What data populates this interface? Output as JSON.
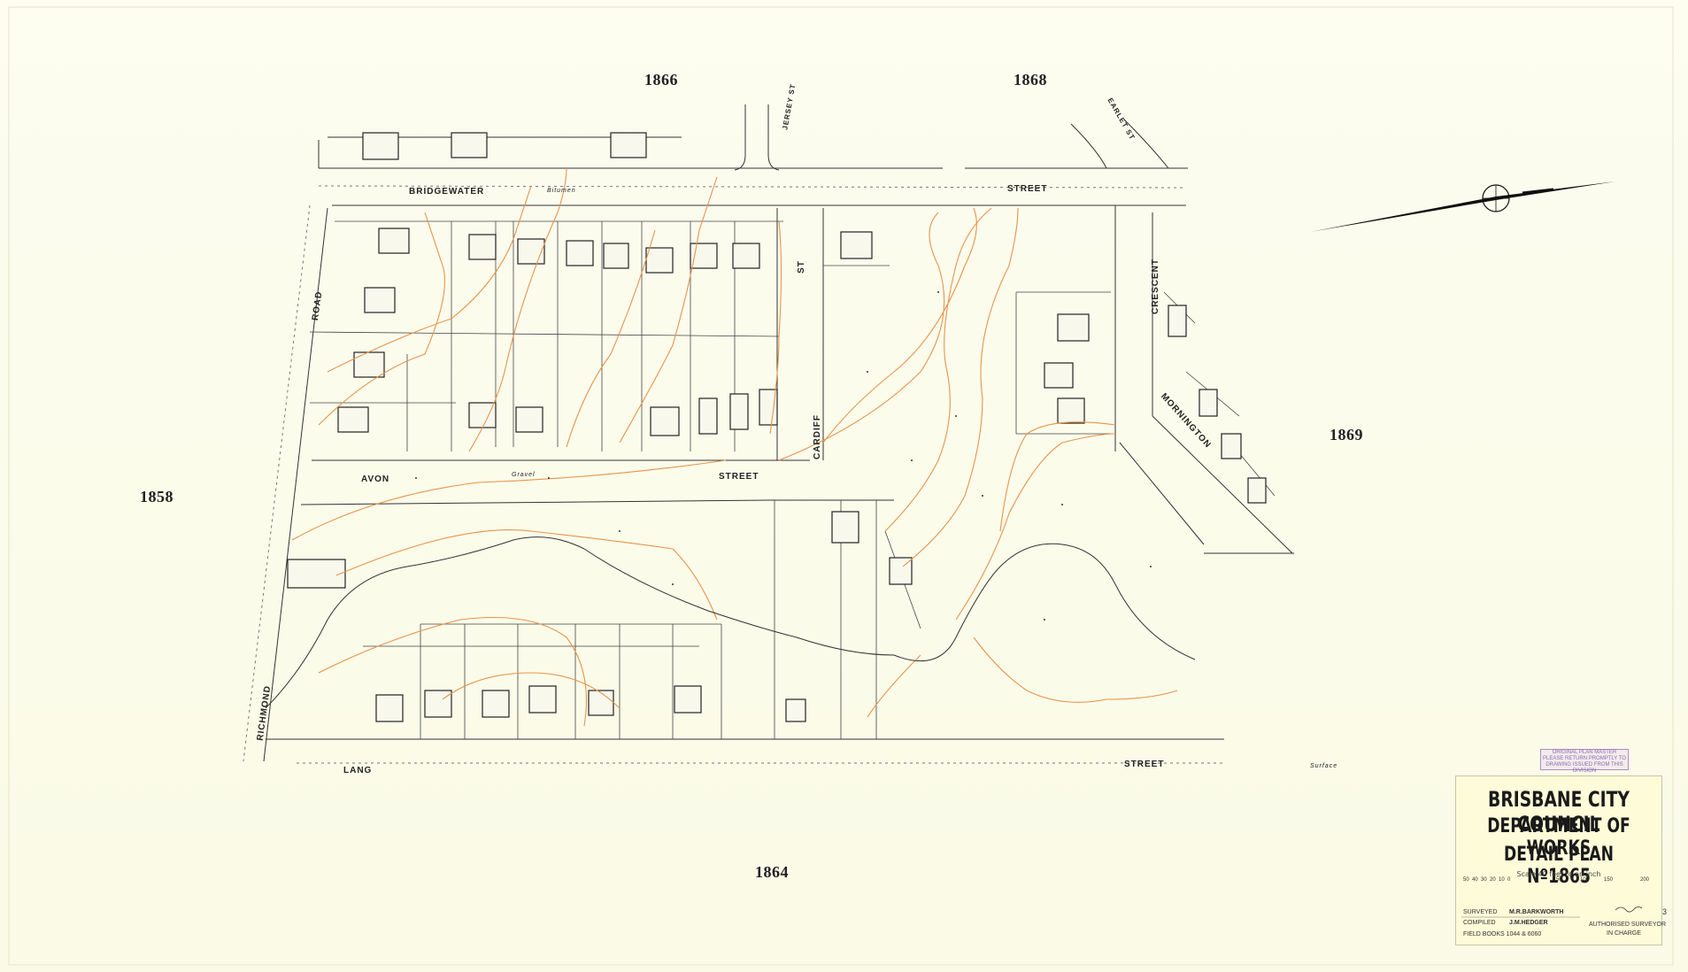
{
  "adjacent_plans": {
    "north_left": "1866",
    "north_right": "1868",
    "west": "1858",
    "east": "1869",
    "south": "1864"
  },
  "streets": {
    "bridgewater": "BRIDGEWATER",
    "bridgewater_street": "STREET",
    "jersey": "JERSEY ST",
    "earlet": "EARLET ST",
    "road": "ROAD",
    "richmond": "RICHMOND",
    "avon": "AVON",
    "avon_street": "STREET",
    "cardiff": "CARDIFF",
    "cardiff_st": "ST",
    "crescent": "CRESCENT",
    "mornington": "MORNINGTON",
    "lang": "LANG",
    "lang_street": "STREET"
  },
  "surface_notes": {
    "bitumen": "Bitumen",
    "gravel": "Gravel",
    "surface": "Surface"
  },
  "title_block": {
    "council": "BRISBANE CITY COUNCIL",
    "department": "DEPARTMENT OF WORKS",
    "plan": "DETAIL PLAN Nº1865",
    "scale": "Scale 40 feet to an inch",
    "surveyed_label": "SURVEYED",
    "surveyed_by": "M.R.BARKWORTH",
    "compiled_label": "COMPILED",
    "compiled_by": "J.M.HEDGER",
    "field_books": "FIELD BOOKS 1044 & 6060",
    "authorised": "AUTHORISED SURVEYOR",
    "in_charge": "IN CHARGE",
    "scale_marks": [
      "50",
      "40",
      "30",
      "20",
      "10",
      "0",
      "50",
      "100",
      "150",
      "200"
    ]
  },
  "stamp": {
    "line1": "ORIGINAL PLAN MASTER",
    "line2": "PLEASE RETURN PROMPTLY TO",
    "line3": "DRAWING ISSUED FROM THIS DIVISION"
  },
  "ref_number": "3",
  "colors": {
    "paper": "#fbfbea",
    "ink": "#2a2a2a",
    "contour": "#e8944a",
    "stamp": "#7a4fb0"
  }
}
